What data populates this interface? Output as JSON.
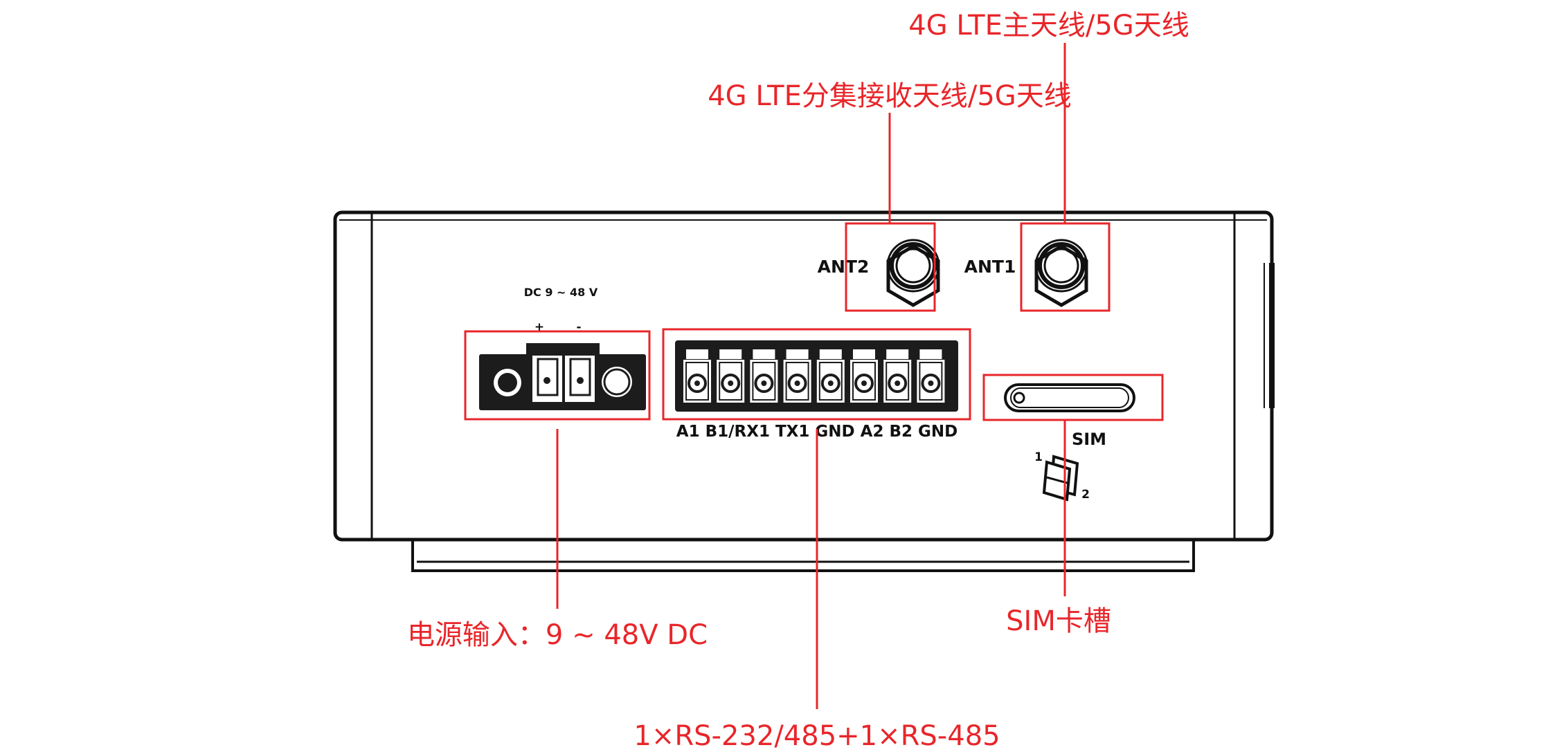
{
  "colors": {
    "callout": "#e8262a",
    "device_outline": "#111111",
    "background": "#ffffff"
  },
  "callouts": {
    "ant1": "4G LTE主天线/5G天线",
    "ant2": "4G LTE分集接收天线/5G天线",
    "power": "电源输入：9 ~ 48V DC",
    "serial": "1×RS-232/485+1×RS-485",
    "sim": "SIM卡槽"
  },
  "device_labels": {
    "ant1": "ANT1",
    "ant2": "ANT2",
    "dc_rating": "DC 9 ~ 48 V",
    "dc_plus": "+",
    "dc_minus": "-",
    "serial_pins": "A1 B1/RX1 TX1 GND A2 B2 GND",
    "sim": "SIM",
    "sim_slot_1": "1",
    "sim_slot_2": "2"
  },
  "icons": [
    "antenna-connector-icon",
    "power-terminal-icon",
    "terminal-block-icon",
    "sim-slot-icon",
    "sim-card-icon"
  ]
}
